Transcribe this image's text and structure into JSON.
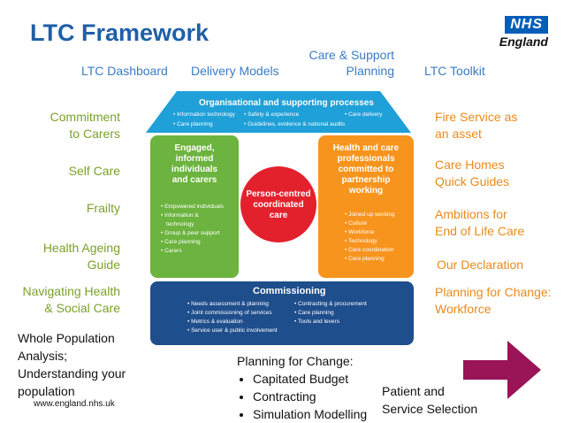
{
  "title": "LTC Framework",
  "logo": {
    "nhs": "NHS",
    "england": "England"
  },
  "nav": {
    "dashboard": "LTC Dashboard",
    "delivery": "Delivery Models",
    "care_support_1": "Care & Support",
    "care_support_2": "Planning",
    "toolkit": "LTC Toolkit"
  },
  "left_links": {
    "carers_1": "Commitment",
    "carers_2": "to Carers",
    "selfcare": "Self Care",
    "frailty": "Frailty",
    "ageing_1": "Health Ageing",
    "ageing_2": "Guide",
    "nav_health_1": "Navigating Health",
    "nav_health_2": "& Social Care"
  },
  "right_links": {
    "fire_1": "Fire Service as",
    "fire_2": "an asset",
    "homes_1": "Care Homes",
    "homes_2": "Quick Guides",
    "eol_1": "Ambitions for",
    "eol_2": "End of Life Care",
    "declaration": "Our Declaration",
    "pfc_1": "Planning for Change:",
    "pfc_2": "Workforce"
  },
  "roof": {
    "title": "Organisational and supporting processes",
    "items": [
      "Information technology",
      "Safety & experience",
      "Care delivery",
      "Care planning",
      "Guidelines, evidence & national audits"
    ]
  },
  "left_box": {
    "title_1": "Engaged,",
    "title_2": "informed",
    "title_3": "individuals",
    "title_4": "and carers",
    "items": [
      "Empowered individuals",
      "Information &",
      "technology",
      "Group & peer support",
      "Care planning",
      "Carers"
    ]
  },
  "right_box": {
    "title_1": "Health and care",
    "title_2": "professionals",
    "title_3": "committed to",
    "title_4": "partnership",
    "title_5": "working",
    "items": [
      "Joined up working",
      "Culture",
      "Workforce",
      "Technology",
      "Care coordination",
      "Care planning"
    ]
  },
  "center": {
    "line1": "Person-centred",
    "line2": "coordinated",
    "line3": "care"
  },
  "base": {
    "title": "Commissioning",
    "left_items": [
      "Needs assessment & planning",
      "Joint commissioning of services",
      "Metrics & evaluation",
      "Service user & public involvement"
    ],
    "right_items": [
      "Contracting & procurement",
      "Care planning",
      "Tools and levers"
    ]
  },
  "bottom": {
    "whole_1": "Whole Population",
    "whole_2": "Analysis;",
    "whole_3": "Understanding your",
    "whole_4": "population",
    "url": "www.england.nhs.uk",
    "pfc_title": "Planning for Change:",
    "pfc_items": [
      "Capitated Budget",
      "Contracting",
      "Simulation Modelling"
    ],
    "patient_1": "Patient and",
    "patient_2": "Service  Selection"
  },
  "colors": {
    "title": "#1f5fa8",
    "roof": "#1fa0d8",
    "green": "#6cb33f",
    "orange": "#f7941d",
    "red": "#e3212d",
    "navy": "#1f4e8c",
    "arrow": "#9a1458"
  },
  "icons": {
    "next": "right-arrow-icon"
  }
}
